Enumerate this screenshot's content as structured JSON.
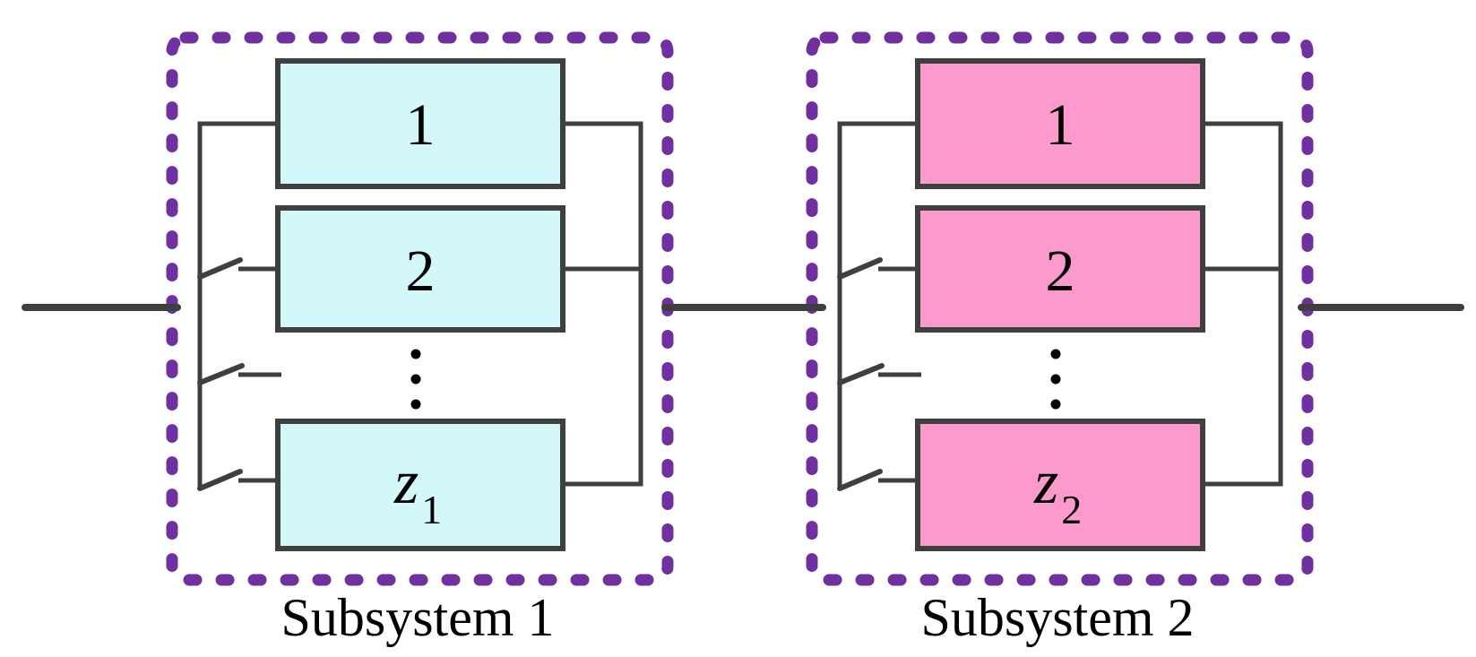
{
  "colors": {
    "background": "#ffffff",
    "wire": "#3f3f3f",
    "boundary": "#7030a0",
    "dot": "#000000",
    "label": "#000000"
  },
  "subsystems": [
    {
      "label": "Subsystem 1",
      "block_fill": "#d3f8fa",
      "blocks": {
        "first": "1",
        "second": "2",
        "last_base": "z",
        "last_sub": "1"
      }
    },
    {
      "label": "Subsystem 2",
      "block_fill": "#fc9ace",
      "blocks": {
        "first": "1",
        "second": "2",
        "last_base": "z",
        "last_sub": "2"
      }
    }
  ]
}
